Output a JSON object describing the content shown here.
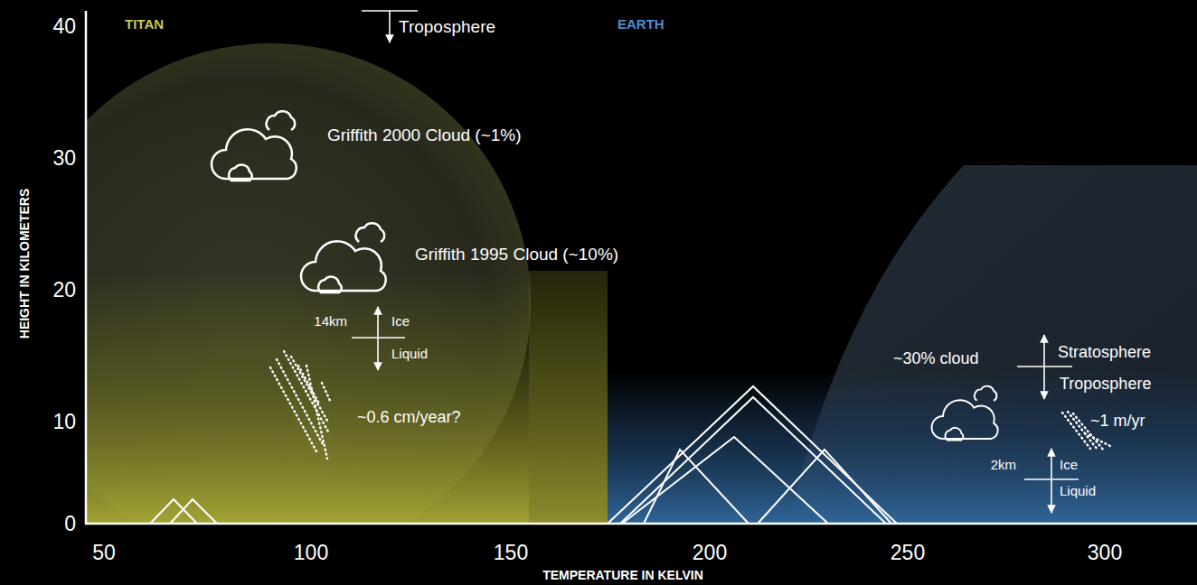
{
  "diagram": {
    "labels": [
      "40",
      "30",
      "20",
      "10",
      "0",
      "HEIGHT IN KILOMETERS",
      "50",
      "100",
      "150",
      "200",
      "250",
      "300",
      "TEMPERATURE IN KELVIN",
      "TITAN",
      "Troposphere",
      "EARTH",
      "Griffith 2000 Cloud (~1%)",
      "Griffith 1995 Cloud (~10%)",
      "14km",
      "Ice",
      "Liquid",
      "~0.6 cm/year?",
      "~30% cloud",
      "Stratosphere",
      "Troposphere",
      "~1 m/yr",
      "2km",
      "Ice",
      "Liquid"
    ]
  }
}
